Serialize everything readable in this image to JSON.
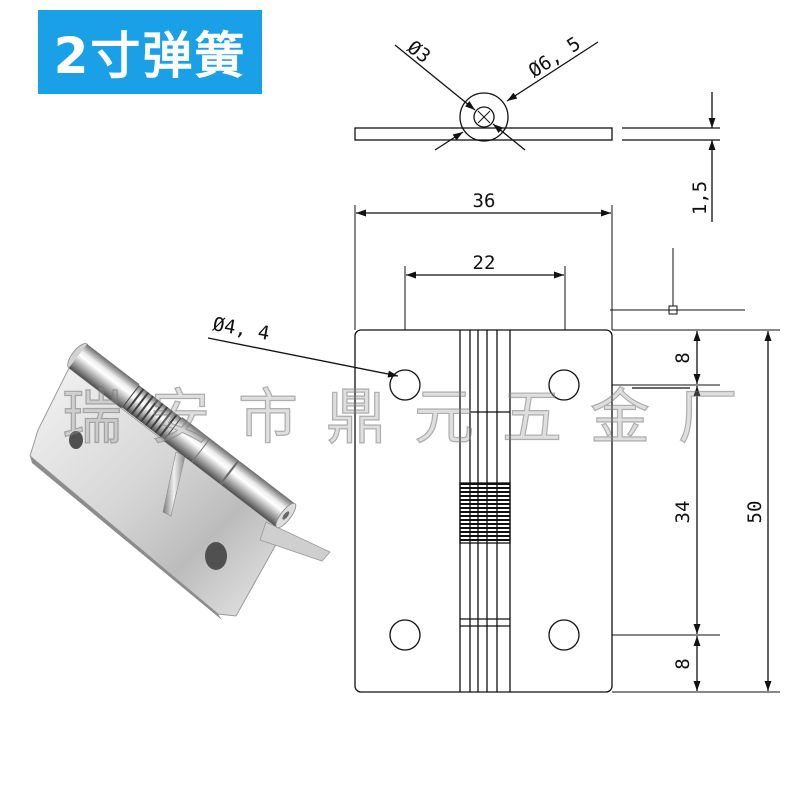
{
  "label": {
    "text": "2寸弹簧",
    "background": "#1aa0e6",
    "color": "#ffffff"
  },
  "watermark": "瑞安市鼎元五金厂",
  "drawing": {
    "top_view": {
      "inner_diameter": "Ø3",
      "outer_diameter": "Ø6, 5",
      "thickness": "1,5"
    },
    "front_view": {
      "width": "36",
      "hole_spacing": "22",
      "hole_diameter": "Ø4, 4",
      "top_margin": "8",
      "hole_pitch": "34",
      "bottom_margin": "8",
      "height": "50"
    }
  }
}
